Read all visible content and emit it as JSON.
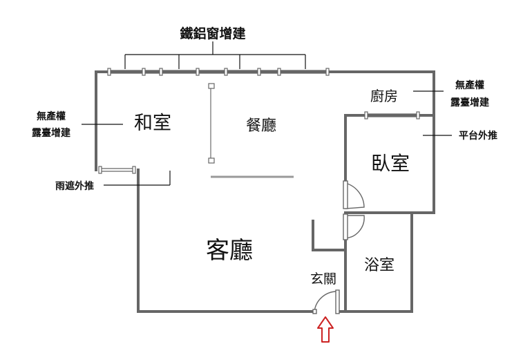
{
  "labels": {
    "window_addition": "鐵鋁窗增建",
    "unregistered_left": "無產權",
    "balcony_addition_left": "露臺增建",
    "unregistered_right": "無產權",
    "balcony_addition_right": "露臺增建",
    "rain_shelter": "雨遮外推",
    "platform_push": "平台外推"
  },
  "rooms": {
    "tatami": "和室",
    "dining": "餐廳",
    "kitchen": "廚房",
    "bedroom": "臥室",
    "living": "客廳",
    "bathroom": "浴室",
    "entrance": "玄關"
  },
  "colors": {
    "wall": "#666666",
    "line": "#111111",
    "entry_arrow": "#cc2222"
  }
}
